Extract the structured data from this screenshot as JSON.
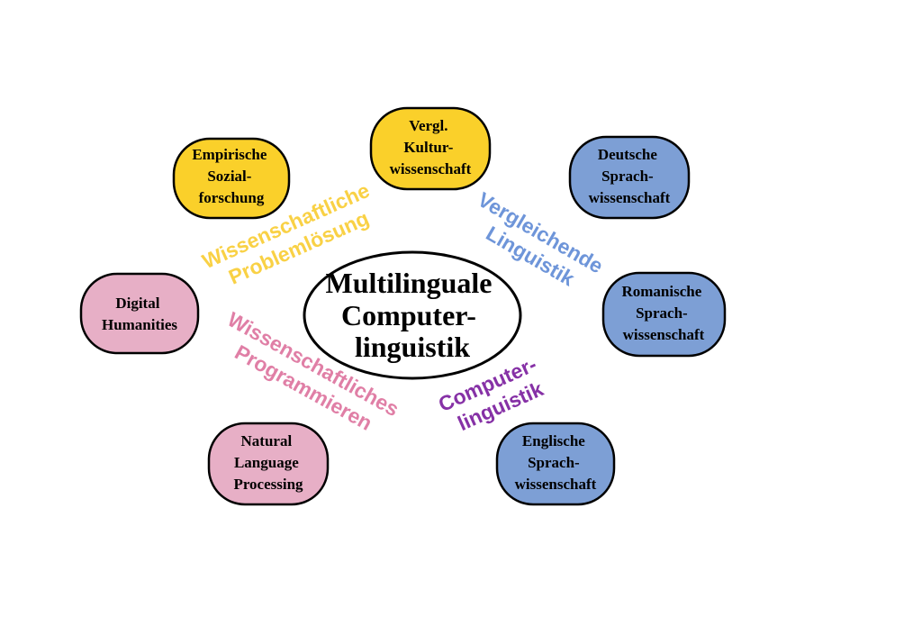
{
  "center": {
    "lines": [
      "Multilinguale",
      "Computer-",
      "linguistik"
    ]
  },
  "colors": {
    "yellow_fill": "#FAD02A",
    "yellow_text": "#F9D145",
    "blue_fill": "#7D9FD5",
    "blue_text": "#6E95D9",
    "pink_fill": "#E7AFC6",
    "pink_text": "#E07FA6",
    "purple_text": "#8631A6",
    "outline": "#000000"
  },
  "nodes": {
    "empirische": {
      "lines": [
        "Empirische",
        "Sozial-",
        "forschung"
      ],
      "group": "yellow"
    },
    "vergl": {
      "lines": [
        "Vergl.",
        "Kultur-",
        "wissenschaft"
      ],
      "group": "yellow"
    },
    "deutsche": {
      "lines": [
        "Deutsche",
        "Sprach-",
        "wissenschaft"
      ],
      "group": "blue"
    },
    "romanische": {
      "lines": [
        "Romanische",
        "Sprach-",
        "wissenschaft"
      ],
      "group": "blue"
    },
    "englische": {
      "lines": [
        "Englische",
        "Sprach-",
        "wissenschaft"
      ],
      "group": "blue"
    },
    "digital": {
      "lines": [
        "Digital",
        "Humanities"
      ],
      "group": "pink"
    },
    "nlp": {
      "lines": [
        "Natural",
        "Language",
        "Processing"
      ],
      "group": "pink"
    }
  },
  "categories": {
    "problemloesung": {
      "lines": [
        "Wissenschaftliche",
        "Problemlösung"
      ],
      "color": "yellow"
    },
    "vergleichende": {
      "lines": [
        "Vergleichende",
        "Linguistik"
      ],
      "color": "blue"
    },
    "programmieren": {
      "lines": [
        "Wissenschaftliches",
        "Programmieren"
      ],
      "color": "pink"
    },
    "computerlinguistik": {
      "lines": [
        "Computer-",
        "linguistik"
      ],
      "color": "purple"
    }
  }
}
